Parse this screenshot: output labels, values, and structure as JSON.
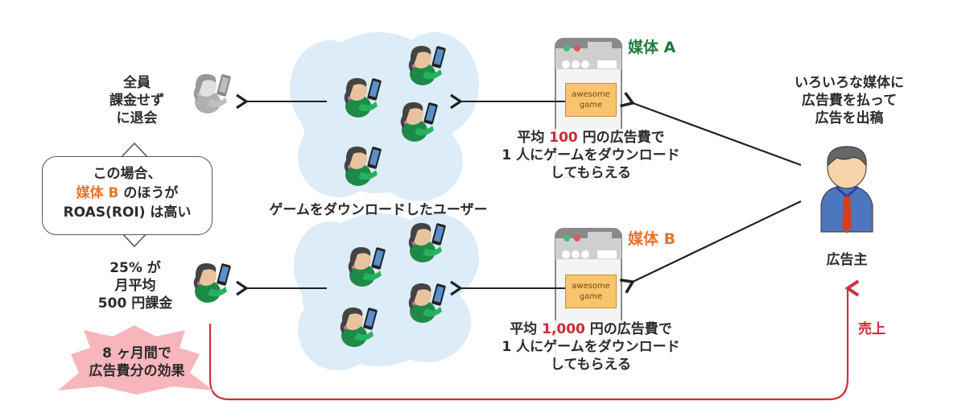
{
  "advertiser": {
    "caption_lines": [
      "いろいろな媒体に",
      "広告費を払って",
      "広告を出稿"
    ],
    "label": "広告主",
    "icon": "advertiser-person-icon"
  },
  "media_a": {
    "name": "媒体 A",
    "name_color": "#1f7a3a",
    "ad_text_lines": [
      "awesome",
      "game"
    ],
    "cost_prefix": "平均 ",
    "cost_value": "100",
    "cost_suffix": " 円の広告費で",
    "line2": "1 人にゲームをダウンロード",
    "line3": "してもらえる"
  },
  "media_b": {
    "name": "媒体 B",
    "name_color": "#e8742a",
    "ad_text_lines": [
      "awesome",
      "game"
    ],
    "cost_prefix": "平均 ",
    "cost_value": "1,000",
    "cost_suffix": " 円の広告費で",
    "line2": "1 人にゲームをダウンロード",
    "line3": "してもらえる"
  },
  "downloaded_users_label": "ゲームをダウンロードしたユーザー",
  "outcome_a": {
    "lines": [
      "全員",
      "課金せずに",
      "退会"
    ],
    "display_lines": [
      "全員",
      "課金せず",
      "に退会"
    ]
  },
  "outcome_b": {
    "lines": [
      "25% が",
      "月平均",
      "500 円課金"
    ]
  },
  "speech_bubble": {
    "line1": "この場合、",
    "line2_highlight": "媒体 B",
    "line2_rest": " のほうが",
    "line3": "ROAS(ROI) は高い"
  },
  "burst_badge": {
    "lines": [
      "8 ヶ月間で",
      "広告費分の効果"
    ],
    "color": "#f7b6bb"
  },
  "revenue_label": "売上",
  "colors": {
    "cost_value": "#cc2a36",
    "revenue_arrow": "#c8313e",
    "cloud": "#dcecf8",
    "ad_box": "#f9c46b"
  }
}
